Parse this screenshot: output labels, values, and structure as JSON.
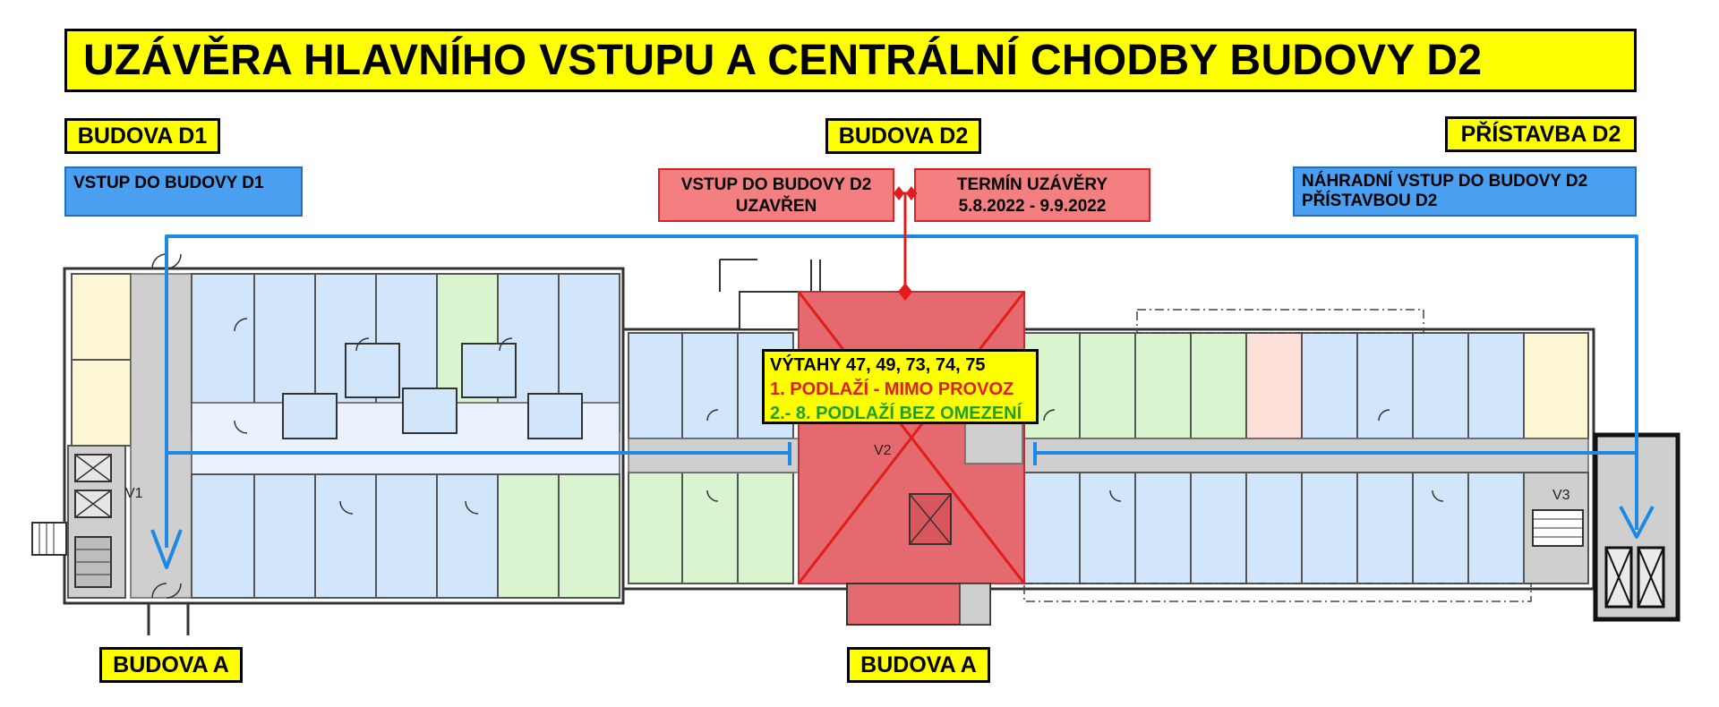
{
  "title": "UZÁVĚRA HLAVNÍHO VSTUPU A CENTRÁLNÍ CHODBY BUDOVY D2",
  "buildings": {
    "d1": "BUDOVA D1",
    "d2": "BUDOVA D2",
    "annex": "PŘÍSTAVBA D2",
    "a_left": "BUDOVA A",
    "a_center": "BUDOVA A"
  },
  "entrances": {
    "d1_entry": "VSTUP DO BUDOVY D1",
    "d2_alt_line1": "NÁHRADNÍ VSTUP DO BUDOVY D2",
    "d2_alt_line2": "PŘÍSTAVBOU D2"
  },
  "closure": {
    "closed_line1": "VSTUP DO BUDOVY D2",
    "closed_line2": "UZAVŘEN",
    "term_line1": "TERMÍN UZÁVĚRY",
    "term_line2": "5.8.2022 - 9.9.2022"
  },
  "elevators": {
    "line1": "VÝTAHY 47, 49, 73, 74, 75",
    "line2": "1. PODLAŽÍ - MIMO PROVOZ",
    "line3": "2.- 8. PODLAŽÍ BEZ OMEZENÍ"
  },
  "plan_labels": {
    "v1": "V1",
    "v2": "V2",
    "v3": "V3"
  },
  "colors": {
    "label_yellow": "#ffff00",
    "route_blue": "#1e88e5",
    "closure_red": "#e31b1b",
    "closed_area": "#e46a6f",
    "room_blue": "#d2e6fb",
    "room_green": "#d9f5cf",
    "room_cream": "#fdf6d2",
    "corridor_gray": "#cfcfcf"
  }
}
